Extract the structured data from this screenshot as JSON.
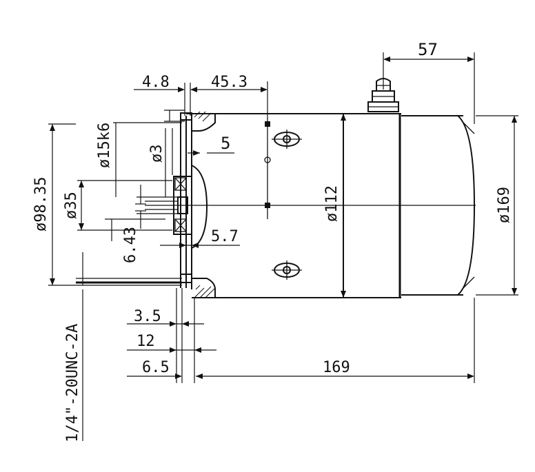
{
  "drawing": {
    "dimensions": {
      "d57": "57",
      "d4_8": "4.8",
      "d45_3": "45.3",
      "d15k6": "ø15k6",
      "d3": "ø3",
      "d5": "5",
      "d98_35": "ø98.35",
      "d35": "ø35",
      "d112": "ø112",
      "d169dia": "ø169",
      "d6_43": "6.43",
      "d5_7": "5.7",
      "d3_5": "3.5",
      "d12": "12",
      "d6_5": "6.5",
      "d169len": "169"
    },
    "thread_callout": "1/4\"-20UNC-2A"
  }
}
